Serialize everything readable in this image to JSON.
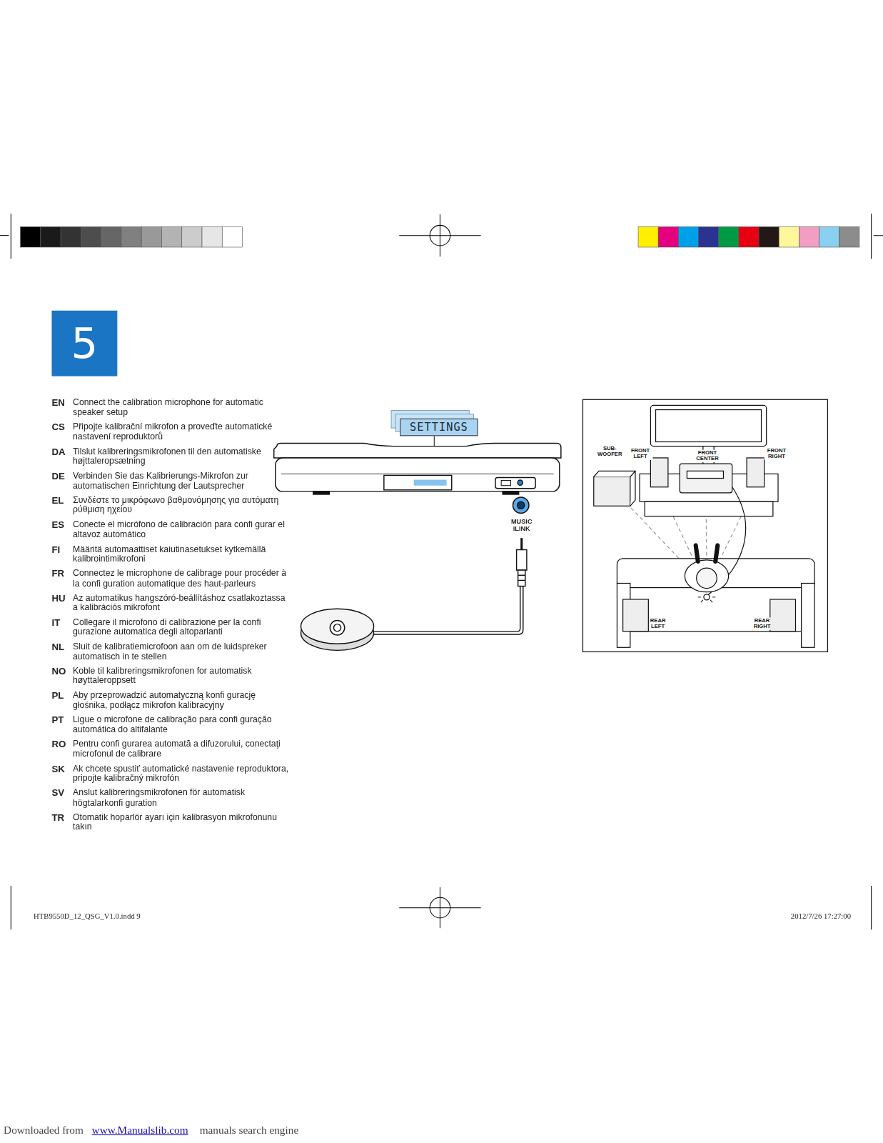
{
  "diagram": {
    "nodes": [
      {
        "text": [
          "5"
        ]
      },
      {
        "text": [
          "SETTINGS"
        ]
      }
    ],
    "labels": [
      "EN",
      "Connect the calibration microphone for automatic speaker setup",
      "CS",
      "Připojte kalibrační mikrofon a proveďte automatické nastavení reproduktorů",
      "DA",
      "Tilslut kalibreringsmikrofonen til den automatiske højttaleropsætning",
      "DE",
      "Verbinden Sie das Kalibrierungs-Mikrofon zur automatischen Einrichtung der Lautsprecher",
      "EL",
      "Συνδέστε το μικρόφωνο βαθμονόμησης για αυτόματη ρύθμιση ηχείου",
      "ES",
      "Conecte el micrófono de calibración para confi gurar el altavoz automático",
      "FI",
      "Määritä automaattiset kaiutinasetukset kytkemällä kalibrointimikrofoni",
      "FR",
      "Connectez le microphone de calibrage pour procéder à la confi guration automatique des haut-parleurs",
      "HU",
      "Az automatikus hangszóró-beállításhoz csatlakoztassa a kalibrációs mikrofont",
      "IT",
      "Collegare il microfono di calibrazione per la confi gurazione automatica degli altoparlanti",
      "NL",
      "Sluit de kalibratiemicrofoon aan om de luidspreker automatisch in te stellen",
      "NO",
      "Koble til kalibreringsmikrofonen for automatisk høyttaleroppsett",
      "PL",
      "Aby przeprowadzić automatyczną konfi gurację głośnika, podłącz mikrofon kalibracyjny",
      "PT",
      "Ligue o microfone de calibração para confi guração automática do altifalante",
      "RO",
      "Pentru confi gurarea automată a difuzorului, conectaţi microfonul de calibrare",
      "SK",
      "Ak chcete spustiť automatické nastavenie reproduktora, pripojte kalibračný mikrofón",
      "SV",
      "Anslut kalibreringsmikrofonen för automatisk högtalarkonfi guration",
      "TR",
      "Otomatik hoparlör ayarı için kalibrasyon mikrofonunu takın",
      "MUSIC iLINK",
      "SUB- WOOFER",
      "FRONT LEFT",
      "FRONT CENTER",
      "FRONT RIGHT",
      "REAR LEFT",
      "REAR RIGHT",
      "HTB9550D_12_QSG_V1.0.indd 9",
      "2012/7/26 17:27:00",
      "Downloaded from",
      "www.Manualslib.com",
      "manuals search engine"
    ]
  }
}
